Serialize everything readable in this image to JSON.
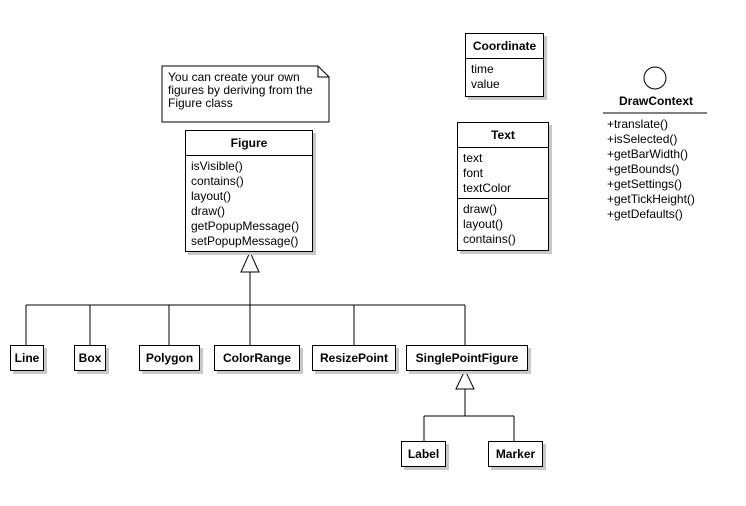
{
  "note": {
    "text": "You can create your own figures by deriving from the Figure class"
  },
  "classes": {
    "figure": {
      "name": "Figure",
      "methods": [
        "isVisible()",
        "contains()",
        "layout()",
        "draw()",
        "getPopupMessage()",
        "setPopupMessage()"
      ]
    },
    "coordinate": {
      "name": "Coordinate",
      "attributes": [
        "time",
        "value"
      ]
    },
    "text": {
      "name": "Text",
      "attributes": [
        "text",
        "font",
        "textColor"
      ],
      "methods": [
        "draw()",
        "layout()",
        "contains()"
      ]
    },
    "line": {
      "name": "Line"
    },
    "box": {
      "name": "Box"
    },
    "polygon": {
      "name": "Polygon"
    },
    "color_range": {
      "name": "ColorRange"
    },
    "resize_point": {
      "name": "ResizePoint"
    },
    "single_point_figure": {
      "name": "SinglePointFigure"
    },
    "label": {
      "name": "Label"
    },
    "marker": {
      "name": "Marker"
    }
  },
  "interface": {
    "name": "DrawContext",
    "operations": [
      "+translate()",
      "+isSelected()",
      "+getBarWidth()",
      "+getBounds()",
      "+getSettings()",
      "+getTickHeight()",
      "+getDefaults()"
    ]
  }
}
